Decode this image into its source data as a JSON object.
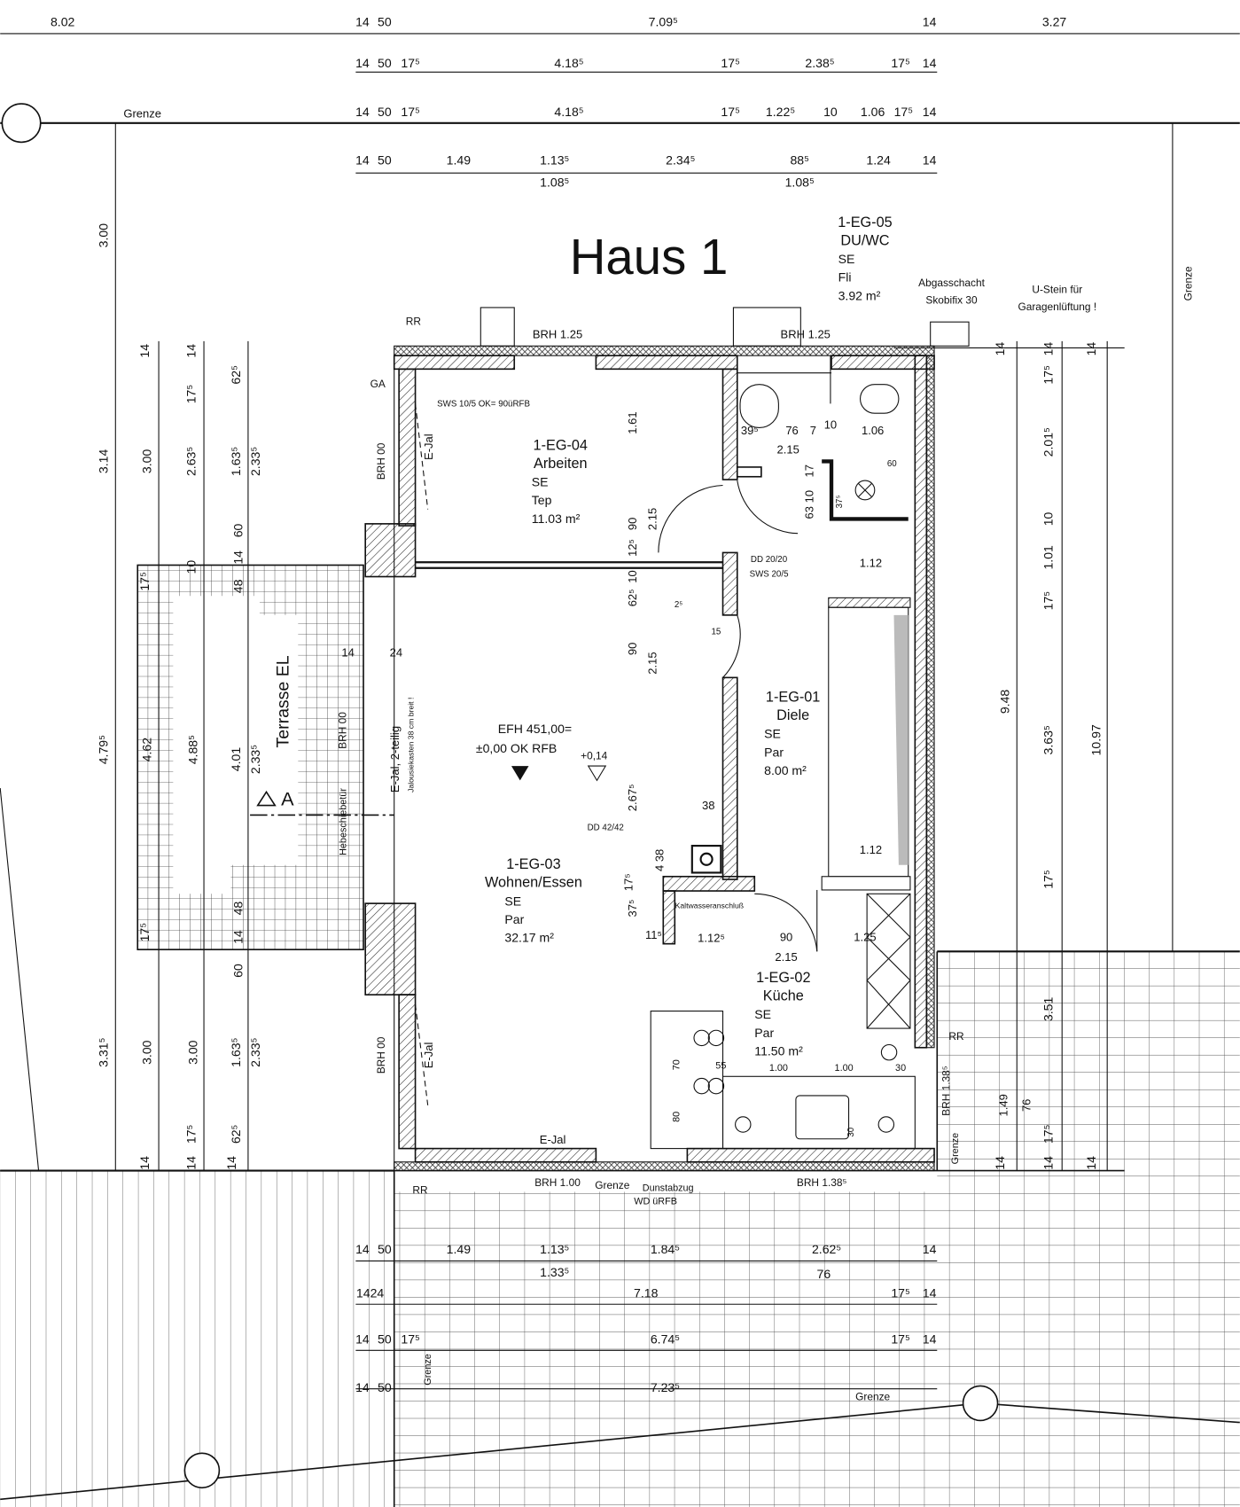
{
  "title": "Haus 1",
  "top_dims": {
    "row1": [
      "8.02",
      "14",
      "50",
      "7.09⁵",
      "14",
      "3.27"
    ],
    "row2": [
      "14",
      "50",
      "17⁵",
      "4.18⁵",
      "17⁵",
      "2.38⁵",
      "17⁵",
      "14"
    ],
    "row3": [
      "Grenze",
      "14",
      "50",
      "17⁵",
      "4.18⁵",
      "17⁵",
      "1.22⁵",
      "10",
      "1.06",
      "17⁵",
      "14"
    ],
    "row4": [
      "14",
      "50",
      "1.49",
      "1.13⁵",
      "2.34⁵",
      "88⁵",
      "1.24",
      "14",
      "1.08⁵",
      "1.08⁵"
    ]
  },
  "rooms": {
    "wc": [
      "1-EG-05",
      "DU/WC",
      "SE",
      "Fli",
      "3.92 m²"
    ],
    "arbeiten": [
      "1-EG-04",
      "Arbeiten",
      "SE",
      "Tep",
      "11.03 m²"
    ],
    "diele": [
      "1-EG-01",
      "Diele",
      "SE",
      "Par",
      "8.00 m²"
    ],
    "wohnen": [
      "1-EG-03",
      "Wohnen/Essen",
      "SE",
      "Par",
      "32.17 m²"
    ],
    "kueche": [
      "1-EG-02",
      "Küche",
      "SE",
      "Par",
      "11.50 m²"
    ]
  },
  "notes": [
    "Abgasschacht",
    "Skobifix 30",
    "U-Stein für",
    "Garagenlüftung !",
    "Grenze",
    "RR",
    "BRH 1.25",
    "BRH 1.25",
    "GA",
    "SWS 10/5 OK= 90üRFB",
    "E-Jal",
    "BRH 00",
    "DD 20/20",
    "SWS 20/5",
    "EFH 451,00=",
    "±0,00 OK RFB",
    "+0,14",
    "DD 42/42",
    "Kaltwasseranschluß",
    "Terrasse EL",
    "A",
    "E-Jal, 2-teilig",
    "Jalousiekasten 38 cm breit !",
    "Hebeschiebetür",
    "BRH 00",
    "E-Jal",
    "BRH 00",
    "RR",
    "BRH 1.38⁵",
    "Grenze",
    "E-Jal",
    "RR",
    "BRH 1.00",
    "Grenze",
    "Dunstabzug",
    "WD üRFB",
    "BRH 1.38⁵"
  ],
  "inner_dims": [
    "1.61",
    "2.15",
    "90",
    "12⁵",
    "10",
    "62⁵",
    "90",
    "2.15",
    "2.67⁵",
    "39⁵",
    "76",
    "7",
    "10",
    "1.06",
    "2.15",
    "17",
    "63 10",
    "37⁵",
    "60",
    "1.12",
    "2⁵",
    "15",
    "1.12",
    "38",
    "4 38",
    "17⁵",
    "37⁵",
    "11⁵",
    "1.12⁵",
    "90",
    "2.15",
    "1.25",
    "70",
    "55",
    "1.00",
    "1.00",
    "30",
    "80",
    "30",
    "14",
    "24",
    "1.49",
    "76"
  ],
  "left_dims": [
    "3.00",
    "3.14",
    "4.79⁵",
    "3.31⁵",
    "14",
    "3.00",
    "17⁵",
    "4.62",
    "17⁵",
    "3.00",
    "14",
    "14",
    "17⁵",
    "2.63⁵",
    "10",
    "4.88⁵",
    "3.00",
    "17⁵",
    "14",
    "62⁵",
    "1.63⁵",
    "60",
    "48",
    "4.01",
    "48",
    "60",
    "1.63⁵",
    "62⁵",
    "14",
    "2.33⁵",
    "2.33⁵",
    "2.33⁵",
    "14",
    "14"
  ],
  "right_dims": [
    "14",
    "9.48",
    "14",
    "14",
    "17⁵",
    "2.01⁵",
    "10",
    "1.01",
    "17⁵",
    "3.63⁵",
    "17⁵",
    "3.51",
    "17⁵",
    "14",
    "14",
    "10.97",
    "14"
  ],
  "bottom_dims": {
    "row1": [
      "14",
      "50",
      "1.49",
      "1.13⁵",
      "1.84⁵",
      "2.62⁵",
      "14",
      "1.33⁵",
      "76"
    ],
    "row2": [
      "1424",
      "7.18",
      "17⁵",
      "14"
    ],
    "row3": [
      "14",
      "50",
      "17⁵",
      "6.74⁵",
      "17⁵",
      "14",
      "Grenze"
    ],
    "row4": [
      "14",
      "50",
      "7.23⁵",
      "Grenze"
    ]
  }
}
